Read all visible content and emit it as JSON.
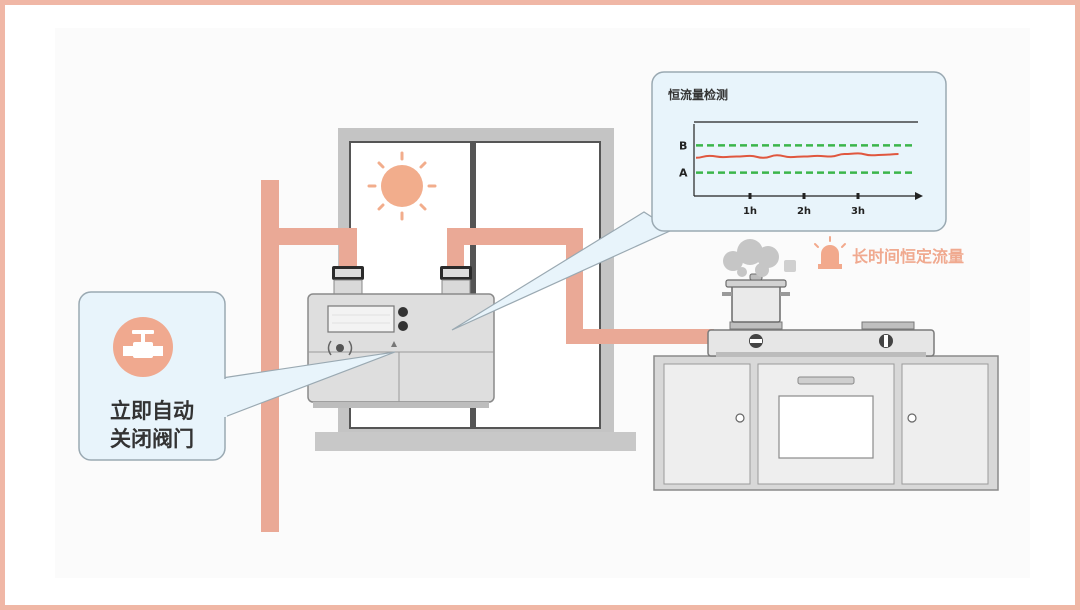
{
  "valve_label_line1": "立即自动",
  "valve_label_line2": "关闭阀门",
  "valve_icon": "valve-icon",
  "alarm_label": "长时间恒定流量",
  "alarm_icon": "siren-icon",
  "sun_icon": "sun-icon",
  "colors": {
    "pipe": "#eaa996",
    "accent": "#f0a98f",
    "bubble_bg": "#e8f4fb",
    "threshold_green": "#3bb54a",
    "flow_red": "#e0573f"
  },
  "chart_data": {
    "type": "line",
    "title": "恒流量检测",
    "x_ticks": [
      "1h",
      "2h",
      "3h"
    ],
    "thresholds": [
      {
        "name": "B",
        "value": 0.72
      },
      {
        "name": "A",
        "value": 0.28
      }
    ],
    "series": [
      {
        "x": [
          0,
          0.25,
          0.5,
          0.75,
          1.0,
          1.25,
          1.5,
          1.75,
          2.0,
          2.25,
          2.5,
          2.75,
          3.0,
          3.25,
          3.5,
          3.75
        ],
        "values": [
          0.52,
          0.55,
          0.53,
          0.54,
          0.55,
          0.52,
          0.56,
          0.53,
          0.54,
          0.55,
          0.54,
          0.58,
          0.59,
          0.56,
          0.57,
          0.58
        ]
      }
    ],
    "xlim": [
      0,
      4
    ],
    "ylim": [
      0,
      1
    ]
  }
}
